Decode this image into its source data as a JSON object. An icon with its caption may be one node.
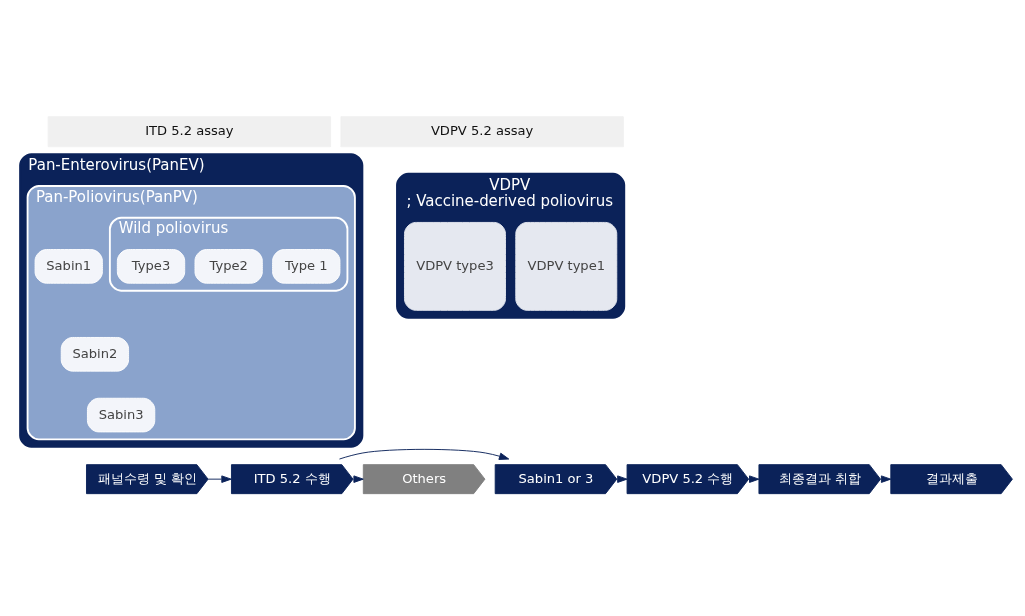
{
  "diagram": {
    "nodes": [
      {
        "text": [
          "ITD 5.2 assay"
        ]
      },
      {
        "text": [
          "VDPV 5.2 assay"
        ]
      },
      {
        "text": [
          "Pan-Enterovirus(PanEV)"
        ]
      },
      {
        "text": [
          "Pan-Poliovirus(PanPV)"
        ],
        "in": 2
      },
      {
        "text": [
          "Sabin1"
        ],
        "in": 3
      },
      {
        "text": [
          "Sabin2"
        ],
        "in": 3
      },
      {
        "text": [
          "Sabin3"
        ],
        "in": 3
      },
      {
        "text": [
          "Wild poliovirus"
        ],
        "in": 3
      },
      {
        "text": [
          "Type 1"
        ],
        "in": 7
      },
      {
        "text": [
          "Type2"
        ],
        "in": 7
      },
      {
        "text": [
          "Type3"
        ],
        "in": 7
      },
      {
        "text": [
          "VDPV",
          "; Vaccine-derived poliovirus"
        ]
      },
      {
        "text": [
          "VDPV type1"
        ],
        "in": 11
      },
      {
        "text": [
          "VDPV type3"
        ],
        "in": 11
      },
      {
        "text": [
          "패널수령 및 확인"
        ]
      },
      {
        "text": [
          "ITD 5.2 수행"
        ]
      },
      {
        "text": [
          "Sabin1 or 3"
        ]
      },
      {
        "text": [
          "Others"
        ]
      },
      {
        "text": [
          "VDPV 5.2 수행"
        ]
      },
      {
        "text": [
          "최종결과 취합"
        ]
      },
      {
        "text": [
          "결과제출"
        ]
      }
    ],
    "edges": [
      {
        "from": 14,
        "to": 15,
        "arrow": "to"
      },
      {
        "from": 15,
        "to": 16,
        "arrow": "to"
      },
      {
        "from": 15,
        "to": 17,
        "arrow": "to"
      },
      {
        "from": 16,
        "to": 18,
        "arrow": "to"
      },
      {
        "from": 18,
        "to": 19,
        "arrow": "to"
      },
      {
        "from": 19,
        "to": 20,
        "arrow": "to"
      }
    ]
  }
}
